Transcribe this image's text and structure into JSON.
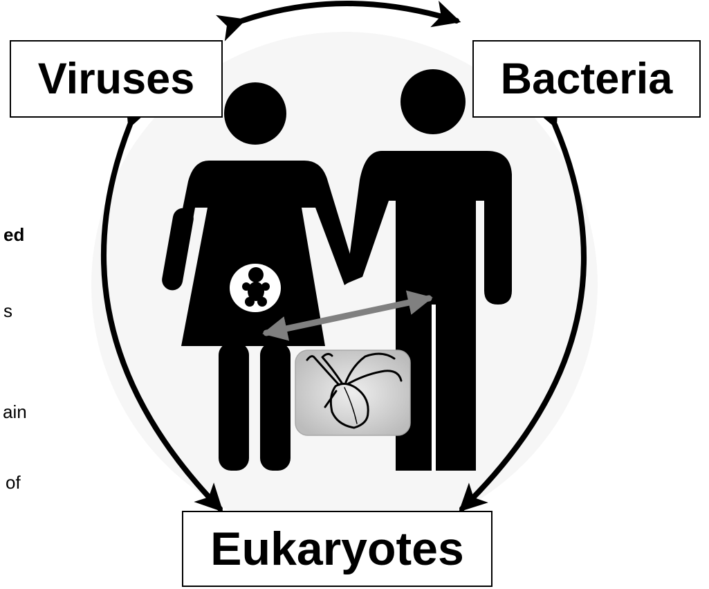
{
  "labels": {
    "viruses": "Viruses",
    "bacteria": "Bacteria",
    "eukaryotes": "Eukaryotes"
  },
  "clipped_text": [
    "ed",
    "s",
    "ain",
    "of"
  ],
  "colors": {
    "figure": "#000000",
    "exchange_arrow": "#808080",
    "microbe_panel": "#d4d4d4",
    "background": "#ffffff"
  }
}
